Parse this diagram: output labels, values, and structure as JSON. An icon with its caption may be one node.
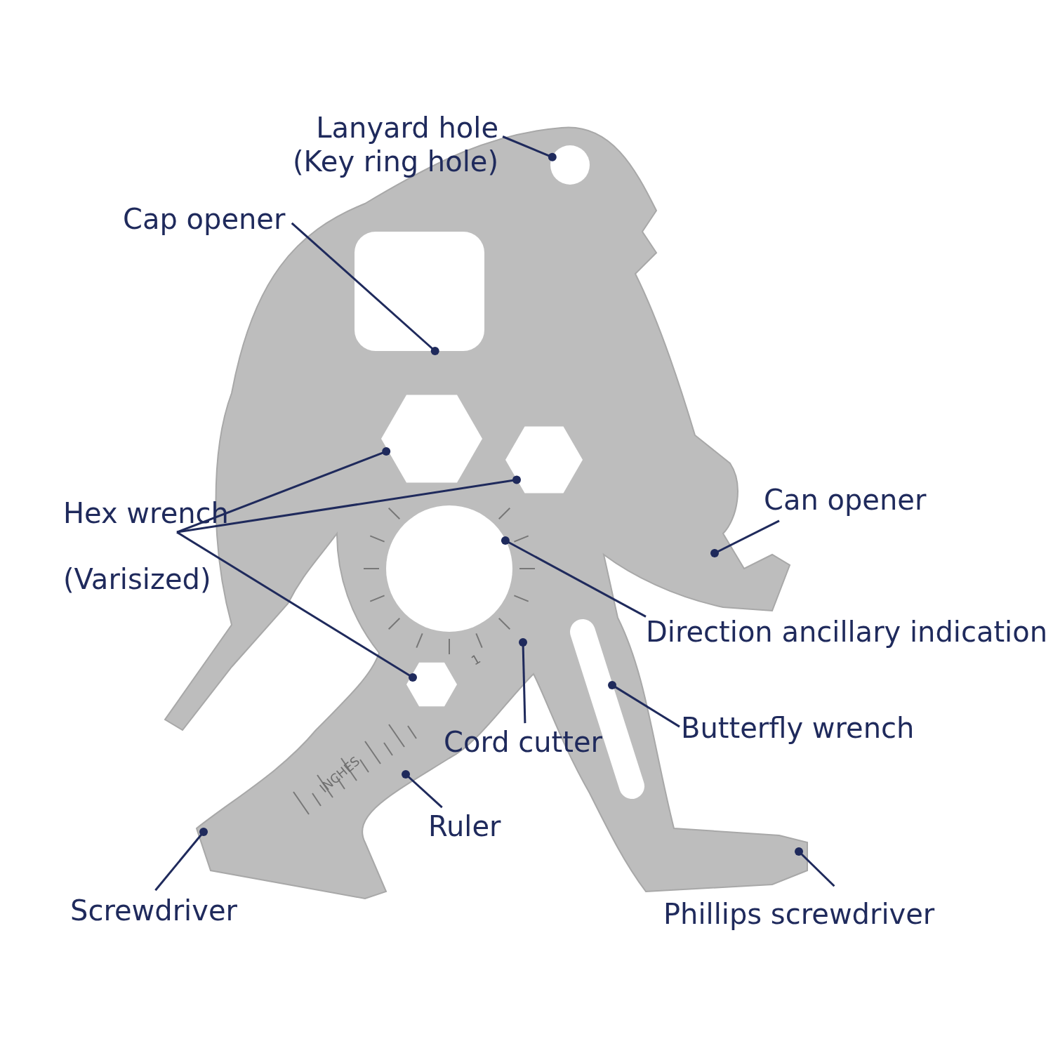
{
  "diagram": {
    "nodes": [
      {
        "text": [
          "Lanyard hole (Key ring hole)"
        ]
      },
      {
        "text": [],
        "shape": "circle"
      },
      {
        "text": [
          "Cap opener"
        ]
      },
      {
        "text": [],
        "shape": "box"
      },
      {
        "text": [
          "Hex wrench (Varisized)"
        ]
      },
      {
        "text": [],
        "shape": "hexagon"
      },
      {
        "text": [],
        "shape": "hexagon"
      },
      {
        "text": [],
        "shape": "hexagon"
      },
      {
        "text": [
          "Can opener"
        ]
      },
      {
        "text": [
          "Direction ancillary indication"
        ]
      },
      {
        "text": [],
        "shape": "circle"
      },
      {
        "text": [
          "Butterfly wrench"
        ]
      },
      {
        "text": [],
        "shape": "bar"
      },
      {
        "text": [
          "Cord cutter"
        ]
      },
      {
        "text": [
          "Ruler"
        ]
      },
      {
        "text": [
          "Screwdriver"
        ]
      },
      {
        "text": [
          "Phillips screwdriver"
        ]
      }
    ],
    "edges": [
      {
        "from": 0,
        "to": 1,
        "arrow": "other"
      },
      {
        "from": 2,
        "to": 3,
        "arrow": "other"
      },
      {
        "from": 4,
        "to": 5,
        "arrow": "other"
      },
      {
        "from": 4,
        "to": 6,
        "arrow": "other"
      },
      {
        "from": 4,
        "to": 7,
        "arrow": "other"
      },
      {
        "from": 8,
        "to": null,
        "arrow": "other"
      },
      {
        "from": 9,
        "to": 10,
        "arrow": "other"
      },
      {
        "from": 11,
        "to": 12,
        "arrow": "other"
      },
      {
        "from": 13,
        "to": null,
        "arrow": "other"
      },
      {
        "from": 14,
        "to": null,
        "arrow": "other"
      },
      {
        "from": 15,
        "to": null,
        "arrow": "other"
      },
      {
        "from": 16,
        "to": null,
        "arrow": "other"
      }
    ],
    "labels": [
      "INCHES",
      "1"
    ]
  }
}
